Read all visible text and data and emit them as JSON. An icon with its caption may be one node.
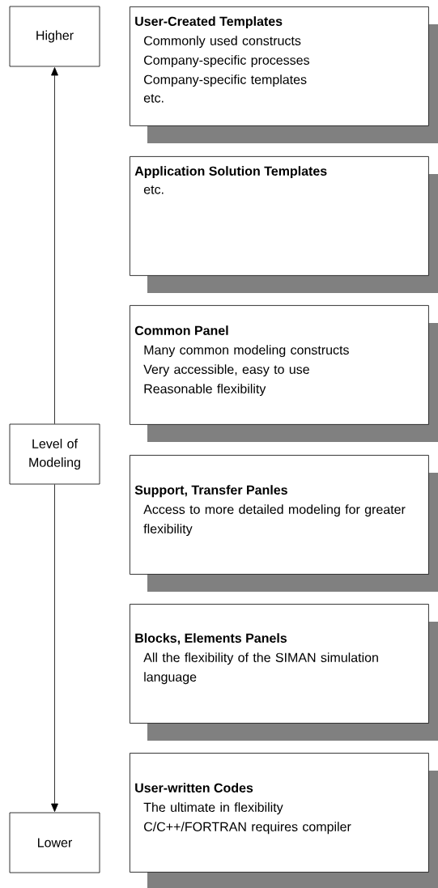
{
  "diagram": {
    "nodes": [
      {
        "text": [
          "Higher"
        ]
      },
      {
        "text": [
          "Level of Modeling"
        ]
      },
      {
        "text": [
          "Lower"
        ]
      },
      {
        "text": [
          "User-Created Templates",
          "Commonly used constructs",
          "Company-specific processes",
          "Company-specific templates",
          "etc."
        ]
      },
      {
        "text": [
          "Application Solution Templates",
          "etc."
        ]
      },
      {
        "text": [
          "Common Panel",
          "Many common modeling constructs",
          "Very accessible, easy to use",
          "Reasonable flexibility"
        ]
      },
      {
        "text": [
          "Support, Transfer Panles",
          "Access to more detailed modeling for greater flexibility"
        ]
      },
      {
        "text": [
          "Blocks, Elements Panels",
          "All the flexibility of the SIMAN simulation language"
        ]
      },
      {
        "text": [
          "User-written Codes",
          "The ultimate in flexibility",
          "C/C++/FORTRAN requires compiler"
        ]
      }
    ],
    "edges": [
      {
        "from": 1,
        "to": 0,
        "arrow": "to"
      },
      {
        "from": 1,
        "to": 2,
        "arrow": "to"
      }
    ]
  }
}
